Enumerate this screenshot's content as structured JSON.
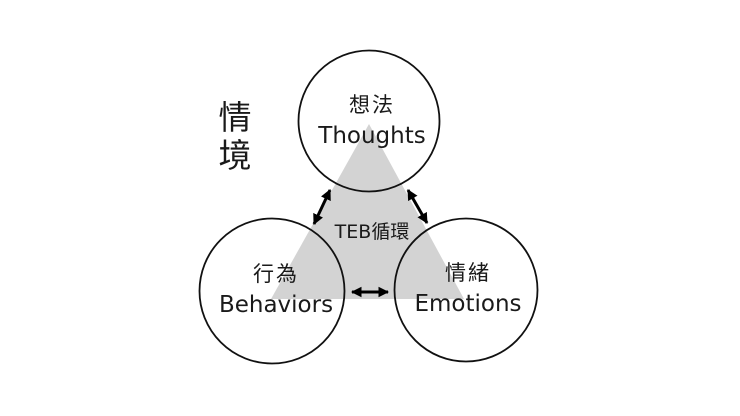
{
  "diagram": {
    "situation_label": "情境",
    "center_label": "TEB循環",
    "nodes": {
      "thoughts": {
        "zh": "想法",
        "en": "Thoughts"
      },
      "behaviors": {
        "zh": "行為",
        "en": "Behaviors"
      },
      "emotions": {
        "zh": "情緒",
        "en": "Emotions"
      }
    },
    "colors": {
      "triangle_fill": "#d3d3d3",
      "outline": "#111111",
      "arrow": "#000000",
      "background": "#ffffff",
      "text": "#1a1a1a"
    }
  }
}
